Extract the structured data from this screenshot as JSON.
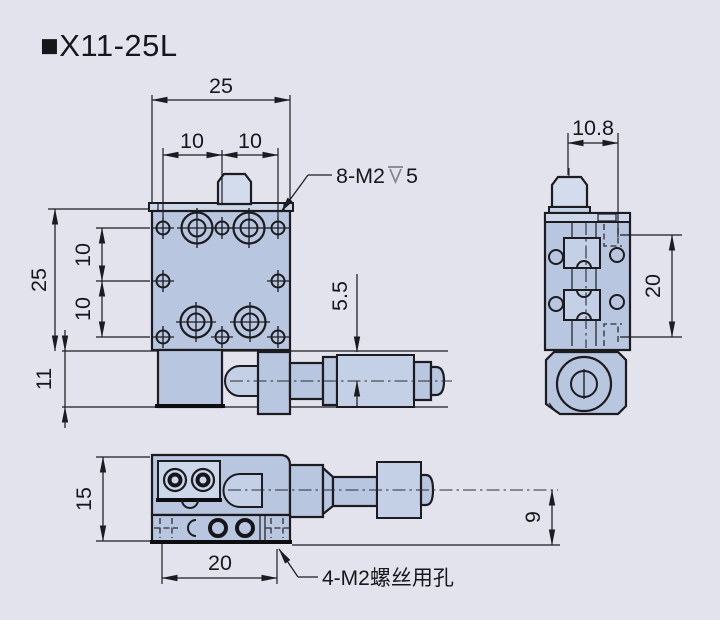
{
  "title": "■X11-25L",
  "colors": {
    "background": "#e3e3ee",
    "part_fill": "#b8c6df",
    "part_fill_mid": "#c3d0e5",
    "part_fill_light": "#ccd8ea",
    "knob_fill": "#d2dcec",
    "line": "#1c1c20"
  },
  "views": {
    "front": {
      "dim_width_total": "25",
      "dim_width_left": "10",
      "dim_width_right": "10",
      "dim_height_total": "25",
      "dim_height_upper": "10",
      "dim_height_lower": "10",
      "dim_base_height": "11",
      "dim_axis_offset": "5.5",
      "hole_label_prefix": "8-M2",
      "hole_label_depth": "5"
    },
    "side": {
      "dim_width": "10.8",
      "dim_height": "20"
    },
    "bottom": {
      "dim_height": "15",
      "dim_hole_pitch": "20",
      "dim_axis_height": "9",
      "hole_label": "4-M2螺丝用孔"
    }
  }
}
